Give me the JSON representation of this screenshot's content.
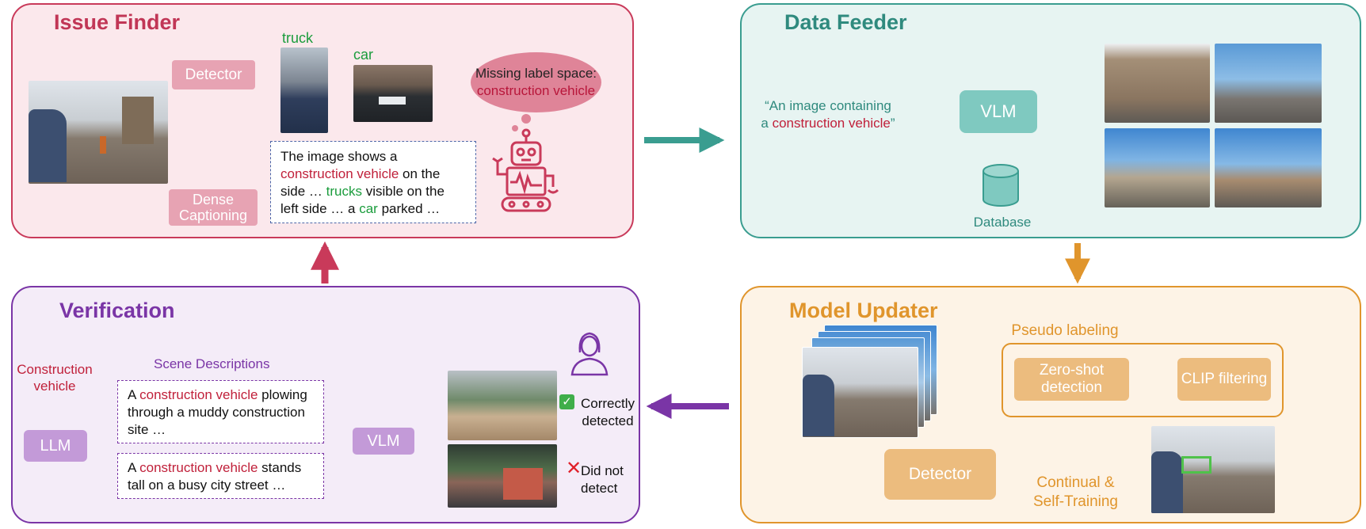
{
  "colors": {
    "issue": "#c93a5a",
    "feeder": "#3a9d90",
    "verify": "#7a35a6",
    "updater": "#e0952c"
  },
  "issue_finder": {
    "title": "Issue Finder",
    "detector": "Detector",
    "dense_captioning": "Dense Captioning",
    "label_truck": "truck",
    "label_car": "car",
    "bubble_line1": "Missing label space:",
    "bubble_line2": "construction vehicle",
    "caption": {
      "t1": "The image shows a",
      "t2": "construction vehicle",
      "t3": " on the side … ",
      "t4": "trucks",
      "t5": " visible on the left side … a ",
      "t6": "car",
      "t7": " parked …"
    },
    "robot_icon": "robot-icon"
  },
  "data_feeder": {
    "title": "Data Feeder",
    "prompt_line1": "“An image containing",
    "prompt_a": "a ",
    "prompt_cv": "construction vehicle",
    "prompt_end": "”",
    "vlm": "VLM",
    "database": "Database",
    "database_icon": "database-icon"
  },
  "verification": {
    "title": "Verification",
    "cv_label": "Construction vehicle",
    "llm": "LLM",
    "scene_descriptions": "Scene Descriptions",
    "desc1": {
      "a": "A ",
      "cv": "construction vehicle",
      "rest": " plowing through a muddy construction site …"
    },
    "desc2": {
      "a": "A ",
      "cv": "construction vehicle",
      "rest": " stands tall on a busy city street …"
    },
    "vlm": "VLM",
    "correct": "Correctly detected",
    "not_detected": "Did not detect",
    "person_icon": "person-icon"
  },
  "model_updater": {
    "title": "Model Updater",
    "pseudo_labeling": "Pseudo labeling",
    "zero_shot": "Zero-shot detection",
    "clip": "CLIP filtering",
    "detector": "Detector",
    "continual": "Continual & Self-Training"
  }
}
